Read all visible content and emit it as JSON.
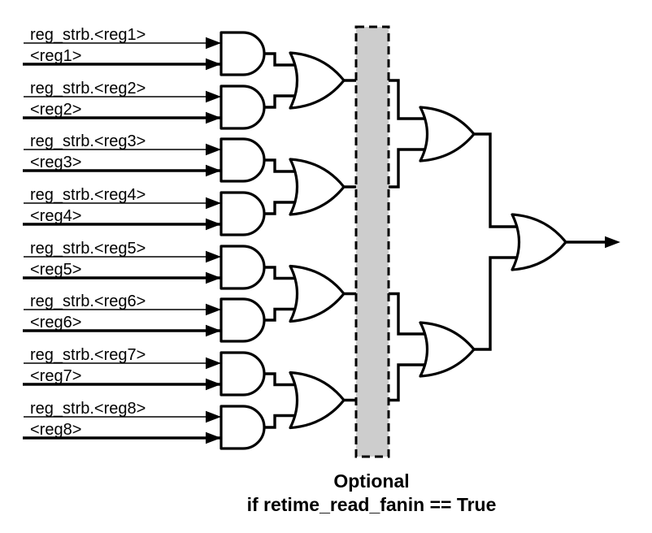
{
  "diagram": {
    "background": "#ffffff",
    "line_color": "#000000",
    "inputs": [
      {
        "strobe_label": "reg_strb.<reg1>",
        "data_label": "<reg1>"
      },
      {
        "strobe_label": "reg_strb.<reg2>",
        "data_label": "<reg2>"
      },
      {
        "strobe_label": "reg_strb.<reg3>",
        "data_label": "<reg3>"
      },
      {
        "strobe_label": "reg_strb.<reg4>",
        "data_label": "<reg4>"
      },
      {
        "strobe_label": "reg_strb.<reg5>",
        "data_label": "<reg5>"
      },
      {
        "strobe_label": "reg_strb.<reg6>",
        "data_label": "<reg6>"
      },
      {
        "strobe_label": "reg_strb.<reg7>",
        "data_label": "<reg7>"
      },
      {
        "strobe_label": "reg_strb.<reg8>",
        "data_label": "<reg8>"
      }
    ],
    "stages": {
      "stage1": {
        "type": "AND",
        "count": 8
      },
      "stage2": {
        "type": "OR",
        "count": 4
      },
      "stage3": {
        "type": "OR",
        "count": 2
      },
      "stage4": {
        "type": "OR",
        "count": 1
      }
    },
    "optional_region": {
      "fill": "#cdcdcd",
      "border_style": "dashed",
      "caption_line1": "Optional",
      "caption_line2": "if retime_read_fanin == True"
    }
  }
}
